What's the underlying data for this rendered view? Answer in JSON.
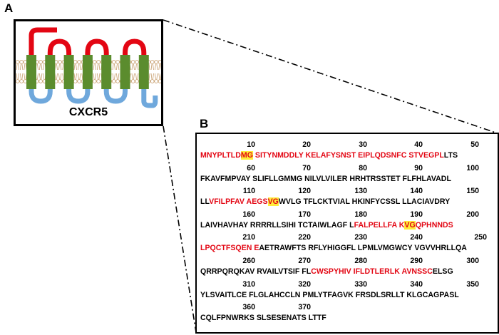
{
  "figure": {
    "panel_a_label": "A",
    "panel_b_label": "B"
  },
  "panel_a": {
    "protein_name": "CXCR5",
    "colors": {
      "n_terminus_and_extracellular_loops": "#e30613",
      "transmembrane_helices": "#5b8c2e",
      "intracellular_loops_and_c_terminus": "#6fa8dc",
      "membrane_lipid_heads": "#c8a070"
    },
    "transmembrane_helix_count": 7
  },
  "panel_b": {
    "colors": {
      "highlighted_residues": "#e30613",
      "boxed_residues_background": "#ffeb3b",
      "default_residues": "#000000"
    },
    "rows": [
      {
        "numbers": [
          "10",
          "20",
          "30",
          "40",
          "50"
        ],
        "segments": [
          {
            "text": "MNYPLTLD",
            "style": "red"
          },
          {
            "text": "MG",
            "style": "red-box"
          },
          {
            "text": " SITYNMDDLY KELAFYSNST EIPLQDSNFC STVEGPL",
            "style": "red"
          },
          {
            "text": "LTS",
            "style": "plain"
          }
        ]
      },
      {
        "numbers": [
          "60",
          "70",
          "80",
          "90",
          "100"
        ],
        "segments": [
          {
            "text": "FKAVFMPVAY SLIFLLGMMG NILVLVILER HRHTRSSTET FLFHLAVADL",
            "style": "plain"
          }
        ]
      },
      {
        "numbers": [
          "110",
          "120",
          "130",
          "140",
          "150"
        ],
        "segments": [
          {
            "text": "LL",
            "style": "plain"
          },
          {
            "text": "VFILPFAV AEGS",
            "style": "red"
          },
          {
            "text": "VG",
            "style": "red-box"
          },
          {
            "text": "WVLG TFLCKTVIAL HKINFYCSSL LLACIAVDRY",
            "style": "plain"
          }
        ]
      },
      {
        "numbers": [
          "160",
          "170",
          "180",
          "190",
          "200"
        ],
        "segments": [
          {
            "text": "LAIVHAVHAY RRRRLLSIHI TCTAIWLAGF L",
            "style": "plain"
          },
          {
            "text": "FALPELLFA K",
            "style": "red"
          },
          {
            "text": "VG",
            "style": "red-box"
          },
          {
            "text": "QPHNNDS",
            "style": "red"
          }
        ]
      },
      {
        "numbers": [
          "210",
          "220",
          "230",
          "240",
          "250"
        ],
        "segments": [
          {
            "text": "LPQCTFSQEN E",
            "style": "red"
          },
          {
            "text": "AETRAWFTS RFLYHIGGFL LPMLVMGWCY VGVVHRLLQA",
            "style": "plain"
          }
        ]
      },
      {
        "numbers": [
          "260",
          "270",
          "280",
          "290",
          "300"
        ],
        "segments": [
          {
            "text": "QRRPQRQKAV RVAILVTSIF FL",
            "style": "plain"
          },
          {
            "text": "CWSPYHIV IFLDTLERLK AVNSSC",
            "style": "red"
          },
          {
            "text": "ELSG",
            "style": "plain"
          }
        ]
      },
      {
        "numbers": [
          "310",
          "320",
          "330",
          "340",
          "350"
        ],
        "segments": [
          {
            "text": "YLSVAITLCE FLGLAHCCLN PMLYTFAGVK FRSDLSRLLT KLGCAGPASL",
            "style": "plain"
          }
        ]
      },
      {
        "numbers": [
          "360",
          "370"
        ],
        "segments": [
          {
            "text": "CQLFPNWRKS SLSESENATS LTTF",
            "style": "plain"
          }
        ]
      }
    ]
  }
}
